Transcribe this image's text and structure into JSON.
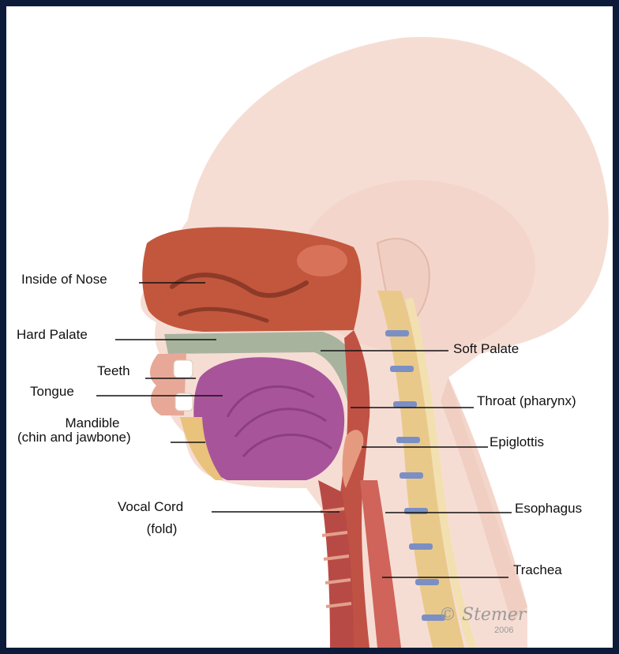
{
  "colors": {
    "frame": "#0d1b3a",
    "skin": "#f6ddd4",
    "skin_shadow": "#efc6b8",
    "nasal": "#c2573d",
    "tongue": "#a8549a",
    "palate": "#a8b39e",
    "spine": "#d9b36a",
    "disc": "#7b8fc4",
    "muscle": "#b84a45"
  },
  "labels": {
    "inside_nose": "Inside of Nose",
    "hard_palate": "Hard Palate",
    "teeth": "Teeth",
    "tongue": "Tongue",
    "mandible_1": "Mandible",
    "mandible_2": "(chin and jawbone)",
    "vocal_cord_1": "Vocal Cord",
    "vocal_cord_2": "(fold)",
    "soft_palate": "Soft Palate",
    "throat": "Throat (pharynx)",
    "epiglottis": "Epiglottis",
    "esophagus": "Esophagus",
    "trachea": "Trachea"
  },
  "signature": {
    "name": "Stemer",
    "year": "2006"
  }
}
